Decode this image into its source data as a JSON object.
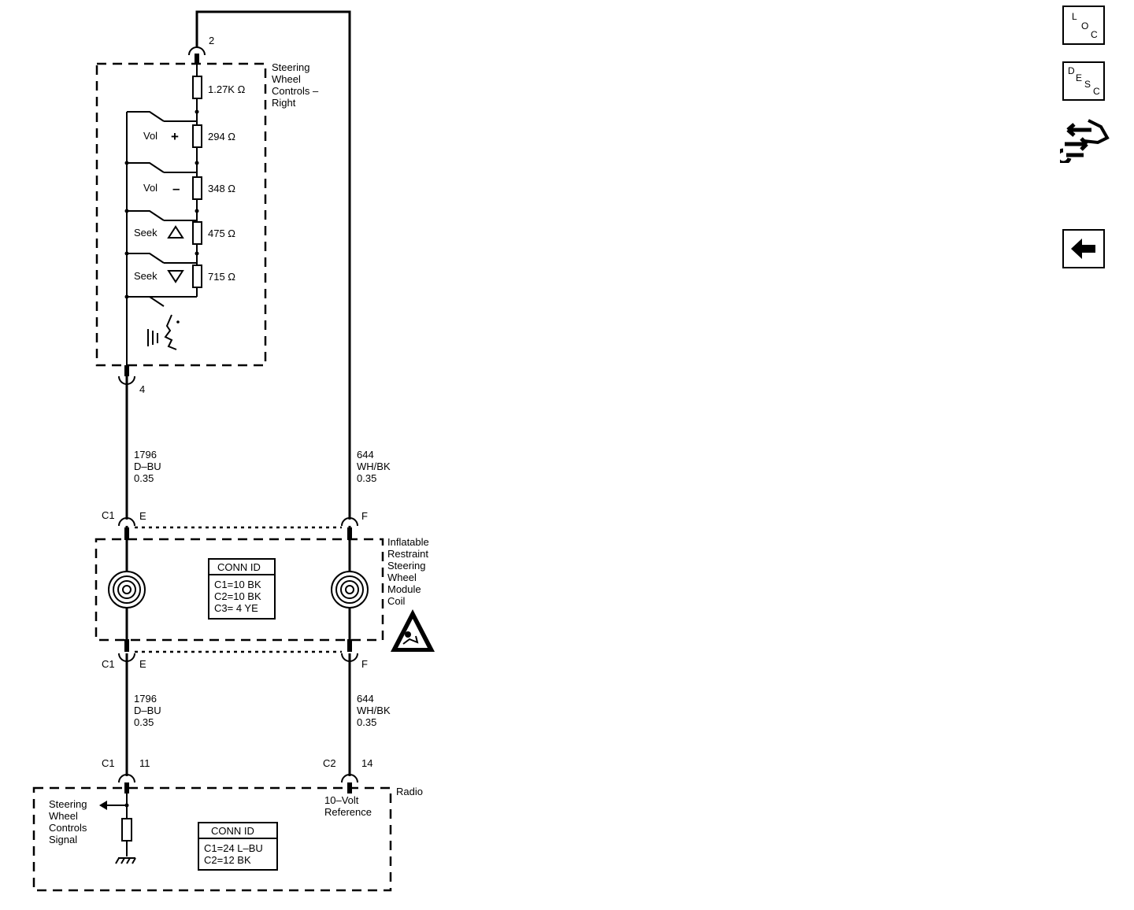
{
  "nav": {
    "loc": {
      "l1": "L",
      "l2": "O",
      "l3": "C"
    },
    "desc": {
      "l1": "D",
      "l2": "E",
      "l3": "S",
      "l4": "C"
    }
  },
  "swc": {
    "title1": "Steering",
    "title2": "Wheel",
    "title3": "Controls –",
    "title4": "Right",
    "top_pin": "2",
    "bottom_pin": "4",
    "r_top": "1.27K Ω",
    "switches": [
      {
        "label": "Vol",
        "sym": "+",
        "res": "294 Ω"
      },
      {
        "label": "Vol",
        "sym": "–",
        "res": "348 Ω"
      },
      {
        "label": "Seek",
        "res": "475 Ω"
      },
      {
        "label": "Seek",
        "res": "715 Ω"
      }
    ]
  },
  "wires": {
    "left_upper": {
      "circuit": "1796",
      "color": "D–BU",
      "size": "0.35"
    },
    "right_upper": {
      "circuit": "644",
      "color": "WH/BK",
      "size": "0.35"
    },
    "left_lower": {
      "circuit": "1796",
      "color": "D–BU",
      "size": "0.35"
    },
    "right_lower": {
      "circuit": "644",
      "color": "WH/BK",
      "size": "0.35"
    }
  },
  "coil": {
    "title1": "Inflatable",
    "title2": "Restraint",
    "title3": "Steering",
    "title4": "Wheel",
    "title5": "Module",
    "title6": "Coil",
    "top_left_conn": "C1",
    "top_left_pin": "E",
    "top_right_pin": "F",
    "bottom_left_conn": "C1",
    "bottom_left_pin": "E",
    "bottom_right_pin": "F",
    "conn_id_title": "CONN ID",
    "conn_lines": [
      "C1=10 BK",
      "C2=10 BK",
      "C3= 4 YE"
    ]
  },
  "radio": {
    "title": "Radio",
    "left_conn": "C1",
    "left_pin": "11",
    "right_conn": "C2",
    "right_pin": "14",
    "signal1": "Steering",
    "signal2": "Wheel",
    "signal3": "Controls",
    "signal4": "Signal",
    "ref1": "10–Volt",
    "ref2": "Reference",
    "conn_id_title": "CONN ID",
    "conn_lines": [
      "C1=24 L–BU",
      "C2=12 BK"
    ]
  }
}
